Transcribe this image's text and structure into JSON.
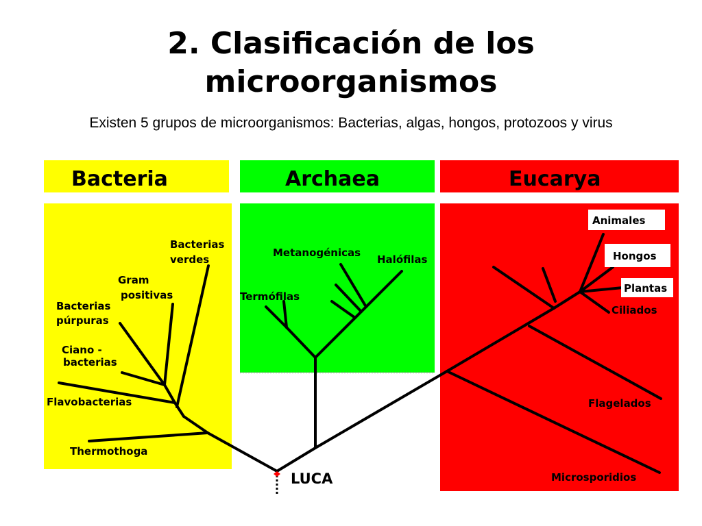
{
  "slide": {
    "title_line1": "2. Clasificación de los",
    "title_line2": "microorganismos",
    "subtitle": "Existen 5 grupos de microorganismos: Bacterias, algas, hongos, protozoos y virus"
  },
  "colors": {
    "bacteria": "#ffff00",
    "archaea": "#00ff00",
    "eucarya": "#ff0000",
    "branch": "#000000",
    "root_marker": "#ff0000"
  },
  "domains": {
    "bacteria": "Bacteria",
    "archaea": "Archaea",
    "eucarya": "Eucarya"
  },
  "tree": {
    "root": "LUCA",
    "bacteria_groups": {
      "bacterias_verdes_1": "Bacterias",
      "bacterias_verdes_2": "verdes",
      "gram_positivas_1": "Gram",
      "gram_positivas_2": "positivas",
      "bacterias_purpuras_1": "Bacterias",
      "bacterias_purpuras_2": "púrpuras",
      "cianobacterias_1": "Ciano -",
      "cianobacterias_2": "bacterias",
      "flavobacterias": "Flavobacterias",
      "thermothoga": "Thermothoga"
    },
    "archaea_groups": {
      "metanogenicas": "Metanogénicas",
      "halofilas": "Halófilas",
      "termofilas": "Termófilas"
    },
    "eucarya_groups": {
      "animales": "Animales",
      "hongos": "Hongos",
      "plantas": "Plantas",
      "ciliados": "Ciliados",
      "flagelados": "Flagelados",
      "microsporidios": "Microsporidios"
    }
  }
}
